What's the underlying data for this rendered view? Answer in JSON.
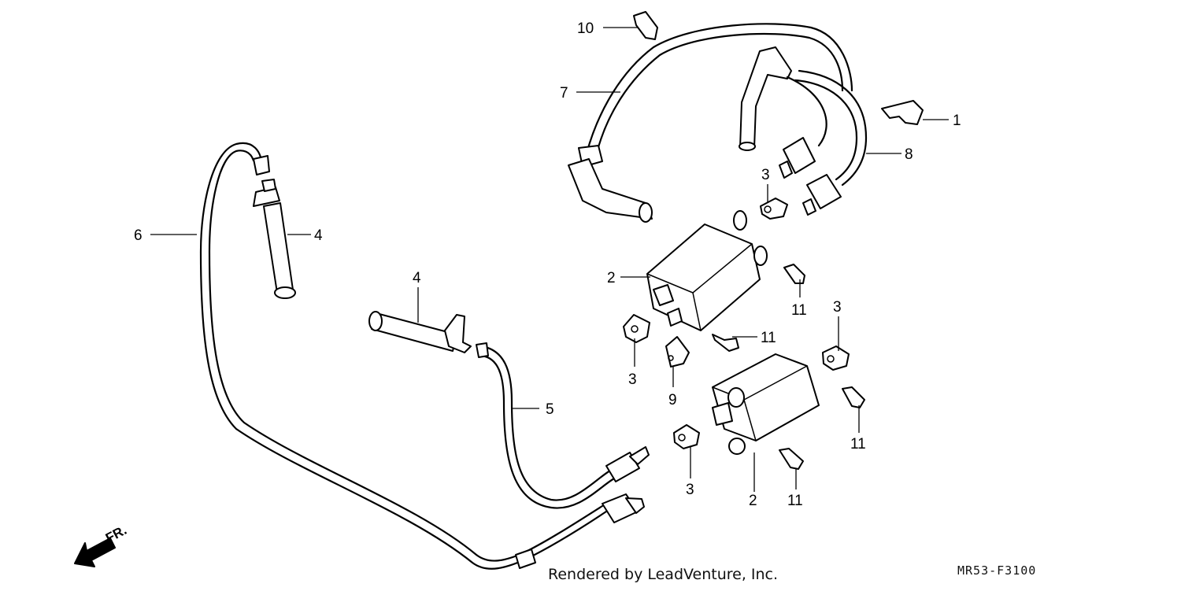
{
  "callouts": {
    "c1": "1",
    "c2a": "2",
    "c2b": "2",
    "c3a": "3",
    "c3b": "3",
    "c3c": "3",
    "c3d": "3",
    "c4a": "4",
    "c4b": "4",
    "c5": "5",
    "c6": "6",
    "c7": "7",
    "c8": "8",
    "c9": "9",
    "c10": "10",
    "c11a": "11",
    "c11b": "11",
    "c11c": "11",
    "c11d": "11"
  },
  "direction_label": "FR.",
  "footer": {
    "credit": "Rendered by LeadVenture, Inc.",
    "code": "MR53-F3100"
  },
  "colors": {
    "line": "#000000",
    "background": "#ffffff"
  }
}
